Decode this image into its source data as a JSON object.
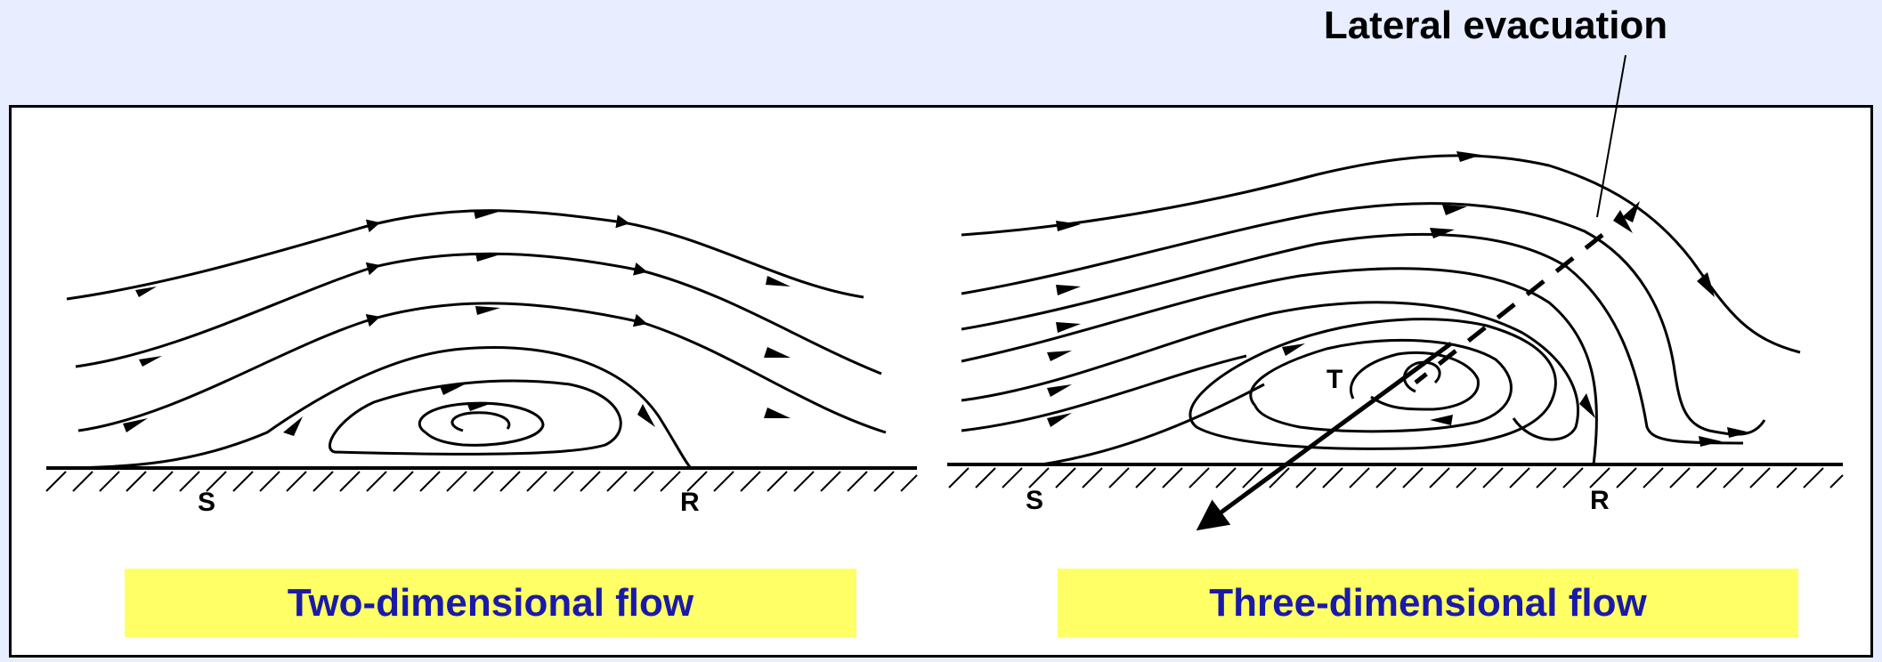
{
  "annotation": {
    "lateral_evacuation": "Lateral evacuation"
  },
  "panels": {
    "two_d": {
      "caption": "Two-dimensional flow",
      "separation_label": "S",
      "reattachment_label": "R"
    },
    "three_d": {
      "caption": "Three-dimensional flow",
      "separation_label": "S",
      "reattachment_label": "R",
      "core_label": "T"
    }
  },
  "colors": {
    "background": "#e8eeff",
    "caption_fill": "#ffff66",
    "caption_text": "#1a1aa8",
    "line": "#000000"
  }
}
